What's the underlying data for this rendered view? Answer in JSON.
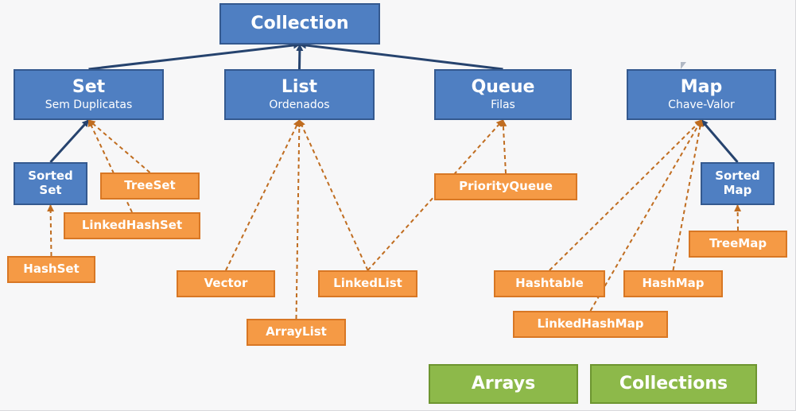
{
  "diagram": {
    "colors": {
      "blue_fill": "#4f7fc2",
      "blue_border": "#34598f",
      "orange_fill": "#f59a45",
      "orange_border": "#d87724",
      "green_fill": "#8db94a",
      "green_border": "#6d9530",
      "solid_link": "#26436e",
      "dashed_link": "#c06d20"
    },
    "nodes": {
      "collection": {
        "title": "Collection"
      },
      "set": {
        "title": "Set",
        "subtitle": "Sem Duplicatas"
      },
      "list": {
        "title": "List",
        "subtitle": "Ordenados"
      },
      "queue": {
        "title": "Queue",
        "subtitle": "Filas"
      },
      "map": {
        "title": "Map",
        "subtitle": "Chave-Valor"
      },
      "sorted_set": {
        "title": "Sorted",
        "subtitle": "Set"
      },
      "sorted_map": {
        "title": "Sorted",
        "subtitle": "Map"
      },
      "treeset": {
        "title": "TreeSet"
      },
      "linkedhashset": {
        "title": "LinkedHashSet"
      },
      "hashset": {
        "title": "HashSet"
      },
      "vector": {
        "title": "Vector"
      },
      "arraylist": {
        "title": "ArrayList"
      },
      "linkedlist": {
        "title": "LinkedList"
      },
      "priorityqueue": {
        "title": "PriorityQueue"
      },
      "hashtable": {
        "title": "Hashtable"
      },
      "linkedhashmap": {
        "title": "LinkedHashMap"
      },
      "hashmap": {
        "title": "HashMap"
      },
      "treemap": {
        "title": "TreeMap"
      },
      "arrays": {
        "title": "Arrays"
      },
      "collections": {
        "title": "Collections"
      }
    },
    "links": [
      {
        "from": "set",
        "to": "collection",
        "style": "solid"
      },
      {
        "from": "list",
        "to": "collection",
        "style": "solid"
      },
      {
        "from": "queue",
        "to": "collection",
        "style": "solid"
      },
      {
        "from": "sorted_set",
        "to": "set",
        "style": "solid"
      },
      {
        "from": "treeset",
        "to": "set",
        "style": "dashed"
      },
      {
        "from": "linkedhashset",
        "to": "set",
        "style": "dashed"
      },
      {
        "from": "hashset",
        "to": "sorted_set",
        "style": "dashed"
      },
      {
        "from": "vector",
        "to": "list",
        "style": "dashed"
      },
      {
        "from": "arraylist",
        "to": "list",
        "style": "dashed"
      },
      {
        "from": "linkedlist",
        "to": "list",
        "style": "dashed"
      },
      {
        "from": "linkedlist",
        "to": "queue",
        "style": "dashed"
      },
      {
        "from": "priorityqueue",
        "to": "queue",
        "style": "dashed"
      },
      {
        "from": "sorted_map",
        "to": "map",
        "style": "solid"
      },
      {
        "from": "hashtable",
        "to": "map",
        "style": "dashed"
      },
      {
        "from": "linkedhashmap",
        "to": "map",
        "style": "dashed"
      },
      {
        "from": "hashmap",
        "to": "map",
        "style": "dashed"
      },
      {
        "from": "treemap",
        "to": "sorted_map",
        "style": "dashed"
      }
    ]
  }
}
